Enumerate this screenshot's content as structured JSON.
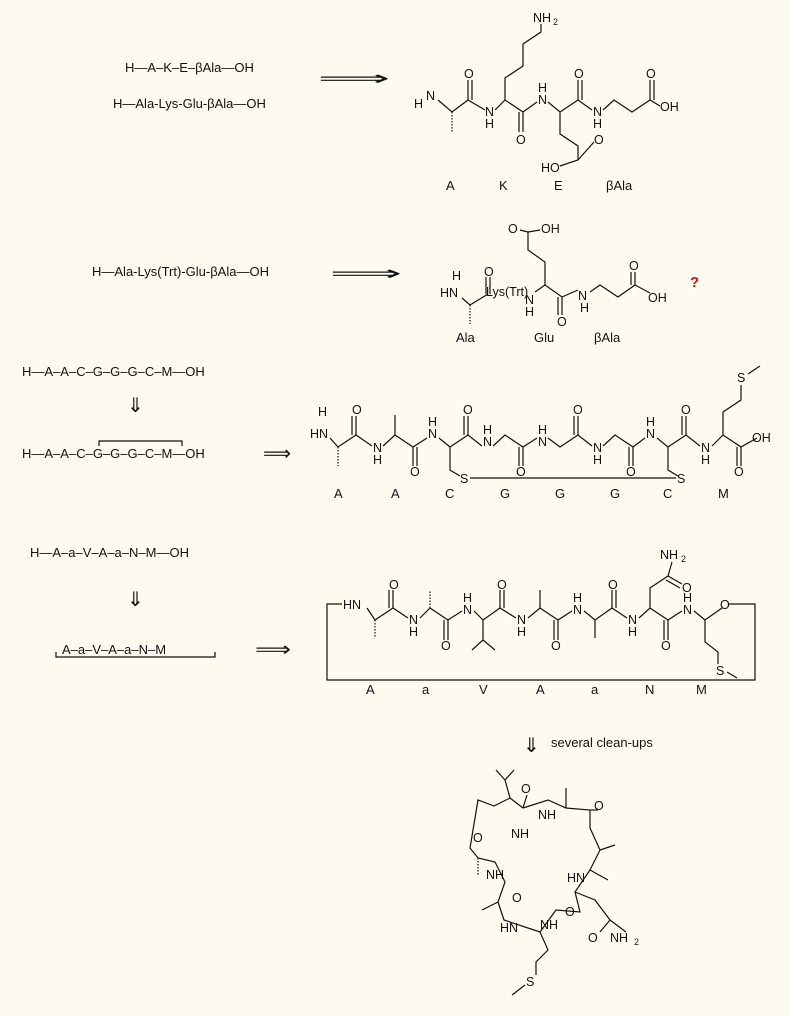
{
  "colors": {
    "background": "#fdfbf0",
    "ink": "#111111",
    "question": "#e01010"
  },
  "arrows": {
    "right": "⟹",
    "down": "⇓"
  },
  "row1": {
    "seq_short": "H—A–K–E–βAla—OH",
    "seq_long": "H—Ala-Lys-Glu-βAla—OH",
    "atoms": [
      "NH",
      "2",
      "H",
      "N",
      "O",
      "N",
      "H",
      "O",
      "N",
      "H",
      "O",
      "HO",
      "O",
      "N",
      "H",
      "O",
      "OH"
    ],
    "residue_labels": [
      "A",
      "K",
      "E",
      "βAla"
    ]
  },
  "row2": {
    "seq": "H—Ala-Lys(Trt)-Glu-βAla—OH",
    "atoms": [
      "H",
      "HN",
      "O",
      "Lys(Trt)",
      "N",
      "H",
      "O",
      "OH",
      "O",
      "N",
      "H",
      "O",
      "OH"
    ],
    "residue_labels": [
      "Ala",
      "Glu",
      "βAla"
    ],
    "question": "?"
  },
  "row3": {
    "seq": "H—A–A–C–G–G–G–C–M—OH",
    "seq_bridged_prefix": "H—A–A–",
    "seq_bridged_core": "C–G–G–G–C",
    "seq_bridged_suffix": "–M—OH",
    "atoms": [
      "H",
      "HN",
      "O",
      "N",
      "H",
      "O",
      "N",
      "H",
      "O",
      "N",
      "H",
      "O",
      "N",
      "H",
      "O",
      "N",
      "H",
      "O",
      "N",
      "H",
      "O",
      "N",
      "H",
      "O",
      "OH",
      "S",
      "S",
      "S"
    ],
    "residue_labels": [
      "A",
      "A",
      "C",
      "G",
      "G",
      "G",
      "C",
      "M"
    ]
  },
  "row4": {
    "seq": "H—A–a–V–A–a–N–M—OH",
    "seq_cyclic": "A–a–V–A–a–N–M",
    "atoms": [
      "HN",
      "O",
      "N",
      "H",
      "O",
      "N",
      "H",
      "O",
      "N",
      "H",
      "O",
      "N",
      "H",
      "O",
      "N",
      "H",
      "O",
      "N",
      "H",
      "O",
      "NH",
      "2",
      "O",
      "S"
    ],
    "residue_labels": [
      "A",
      "a",
      "V",
      "A",
      "a",
      "N",
      "M"
    ]
  },
  "row5": {
    "note": "several clean-ups",
    "atoms": [
      "O",
      "NH",
      "O",
      "NH",
      "O",
      "HN",
      "NH",
      "O",
      "O",
      "NH",
      "HN",
      "O",
      "NH",
      "2",
      "S"
    ]
  }
}
